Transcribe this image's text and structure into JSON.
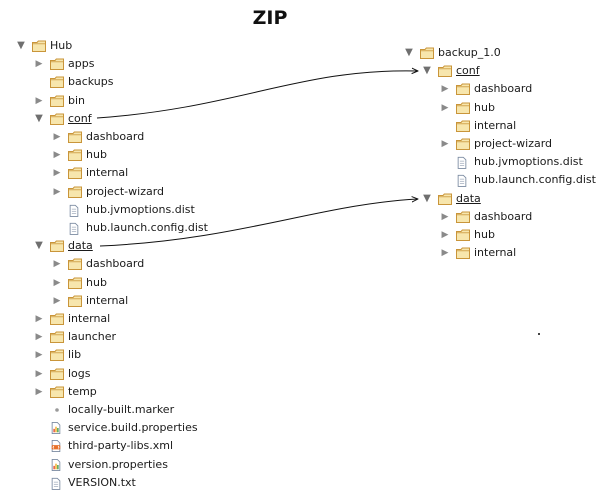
{
  "title": "ZIP",
  "left_tree": [
    {
      "label": "Hub",
      "depth": 0,
      "type": "folder",
      "caret": "open"
    },
    {
      "label": "apps",
      "depth": 1,
      "type": "folder",
      "caret": "closed"
    },
    {
      "label": "backups",
      "depth": 1,
      "type": "folder",
      "caret": "none"
    },
    {
      "label": "bin",
      "depth": 1,
      "type": "folder",
      "caret": "closed"
    },
    {
      "label": "conf",
      "depth": 1,
      "type": "folder",
      "caret": "open",
      "underline": true
    },
    {
      "label": "dashboard",
      "depth": 2,
      "type": "folder",
      "caret": "closed"
    },
    {
      "label": "hub",
      "depth": 2,
      "type": "folder",
      "caret": "closed"
    },
    {
      "label": "internal",
      "depth": 2,
      "type": "folder",
      "caret": "closed"
    },
    {
      "label": "project-wizard",
      "depth": 2,
      "type": "folder",
      "caret": "closed"
    },
    {
      "label": "hub.jvmoptions.dist",
      "depth": 2,
      "type": "file",
      "caret": "none"
    },
    {
      "label": "hub.launch.config.dist",
      "depth": 2,
      "type": "file",
      "caret": "none"
    },
    {
      "label": "data",
      "depth": 1,
      "type": "folder",
      "caret": "open",
      "underline": true
    },
    {
      "label": "dashboard",
      "depth": 2,
      "type": "folder",
      "caret": "closed"
    },
    {
      "label": "hub",
      "depth": 2,
      "type": "folder",
      "caret": "closed"
    },
    {
      "label": "internal",
      "depth": 2,
      "type": "folder",
      "caret": "closed"
    },
    {
      "label": "internal",
      "depth": 1,
      "type": "folder",
      "caret": "closed"
    },
    {
      "label": "launcher",
      "depth": 1,
      "type": "folder",
      "caret": "closed"
    },
    {
      "label": "lib",
      "depth": 1,
      "type": "folder",
      "caret": "closed"
    },
    {
      "label": "logs",
      "depth": 1,
      "type": "folder",
      "caret": "closed"
    },
    {
      "label": "temp",
      "depth": 1,
      "type": "folder",
      "caret": "closed"
    },
    {
      "label": "locally-built.marker",
      "depth": 1,
      "type": "marker",
      "caret": "none"
    },
    {
      "label": "service.build.properties",
      "depth": 1,
      "type": "properties",
      "caret": "none"
    },
    {
      "label": "third-party-libs.xml",
      "depth": 1,
      "type": "xml",
      "caret": "none"
    },
    {
      "label": "version.properties",
      "depth": 1,
      "type": "properties",
      "caret": "none"
    },
    {
      "label": "VERSION.txt",
      "depth": 1,
      "type": "file",
      "caret": "none"
    }
  ],
  "right_tree": [
    {
      "label": "backup_1.0",
      "depth": 0,
      "type": "folder",
      "caret": "open"
    },
    {
      "label": "conf",
      "depth": 1,
      "type": "folder",
      "caret": "open",
      "underline": true
    },
    {
      "label": "dashboard",
      "depth": 2,
      "type": "folder",
      "caret": "closed"
    },
    {
      "label": "hub",
      "depth": 2,
      "type": "folder",
      "caret": "closed"
    },
    {
      "label": "internal",
      "depth": 2,
      "type": "folder",
      "caret": "none"
    },
    {
      "label": "project-wizard",
      "depth": 2,
      "type": "folder",
      "caret": "closed"
    },
    {
      "label": "hub.jvmoptions.dist",
      "depth": 2,
      "type": "file",
      "caret": "none"
    },
    {
      "label": "hub.launch.config.dist",
      "depth": 2,
      "type": "file",
      "caret": "none"
    },
    {
      "label": "data",
      "depth": 1,
      "type": "folder",
      "caret": "open",
      "underline": true
    },
    {
      "label": "dashboard",
      "depth": 2,
      "type": "folder",
      "caret": "closed"
    },
    {
      "label": "hub",
      "depth": 2,
      "type": "folder",
      "caret": "closed"
    },
    {
      "label": "internal",
      "depth": 2,
      "type": "folder",
      "caret": "closed"
    }
  ],
  "arrows": [
    {
      "from": "left-conf",
      "to": "right-conf"
    },
    {
      "from": "left-data",
      "to": "right-data"
    }
  ],
  "colors": {
    "folder_fill": "#f7e6ad",
    "folder_stroke": "#c9953a",
    "file_stroke": "#7a8aa0",
    "caret": "#8a8a8a",
    "arrow": "#111111"
  }
}
